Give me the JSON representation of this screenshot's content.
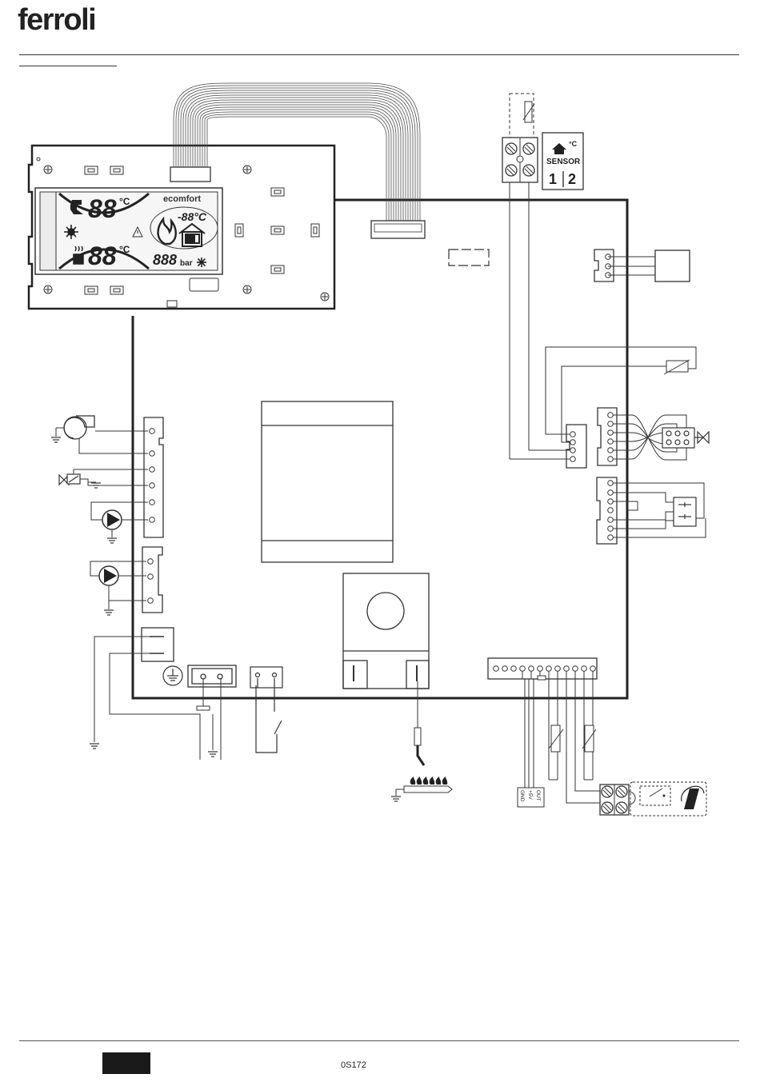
{
  "brand": "ferroli",
  "display": {
    "digits": "88",
    "unit": "°C",
    "outdoor_temp": "-88°C",
    "brand_label": "ecomfort",
    "pressure_digits": "888",
    "pressure_unit": "bar"
  },
  "sensor_box": {
    "unit": "°C",
    "label": "SENSOR",
    "number_1": "1",
    "number_2": "2"
  },
  "bus_labels": [
    "GND",
    "+5V",
    "OUT"
  ],
  "footer": {
    "code": "0S172"
  },
  "icons": [
    "fan-icon",
    "gas-valve-icon",
    "pump-icon",
    "flame-icon",
    "radiator-icon",
    "tap-icon",
    "sun-icon",
    "warning-icon",
    "house-icon",
    "snowflake-icon",
    "ground-icon",
    "thermistor-icon",
    "three-way-valve-icon",
    "electrode-icon",
    "flow-switch-icon",
    "thermometer-icon",
    "solar-panel-icon"
  ],
  "colors": {
    "line": "#333333",
    "display_fill": "#f2f2f2",
    "footer_block": "#1a1a1a"
  }
}
